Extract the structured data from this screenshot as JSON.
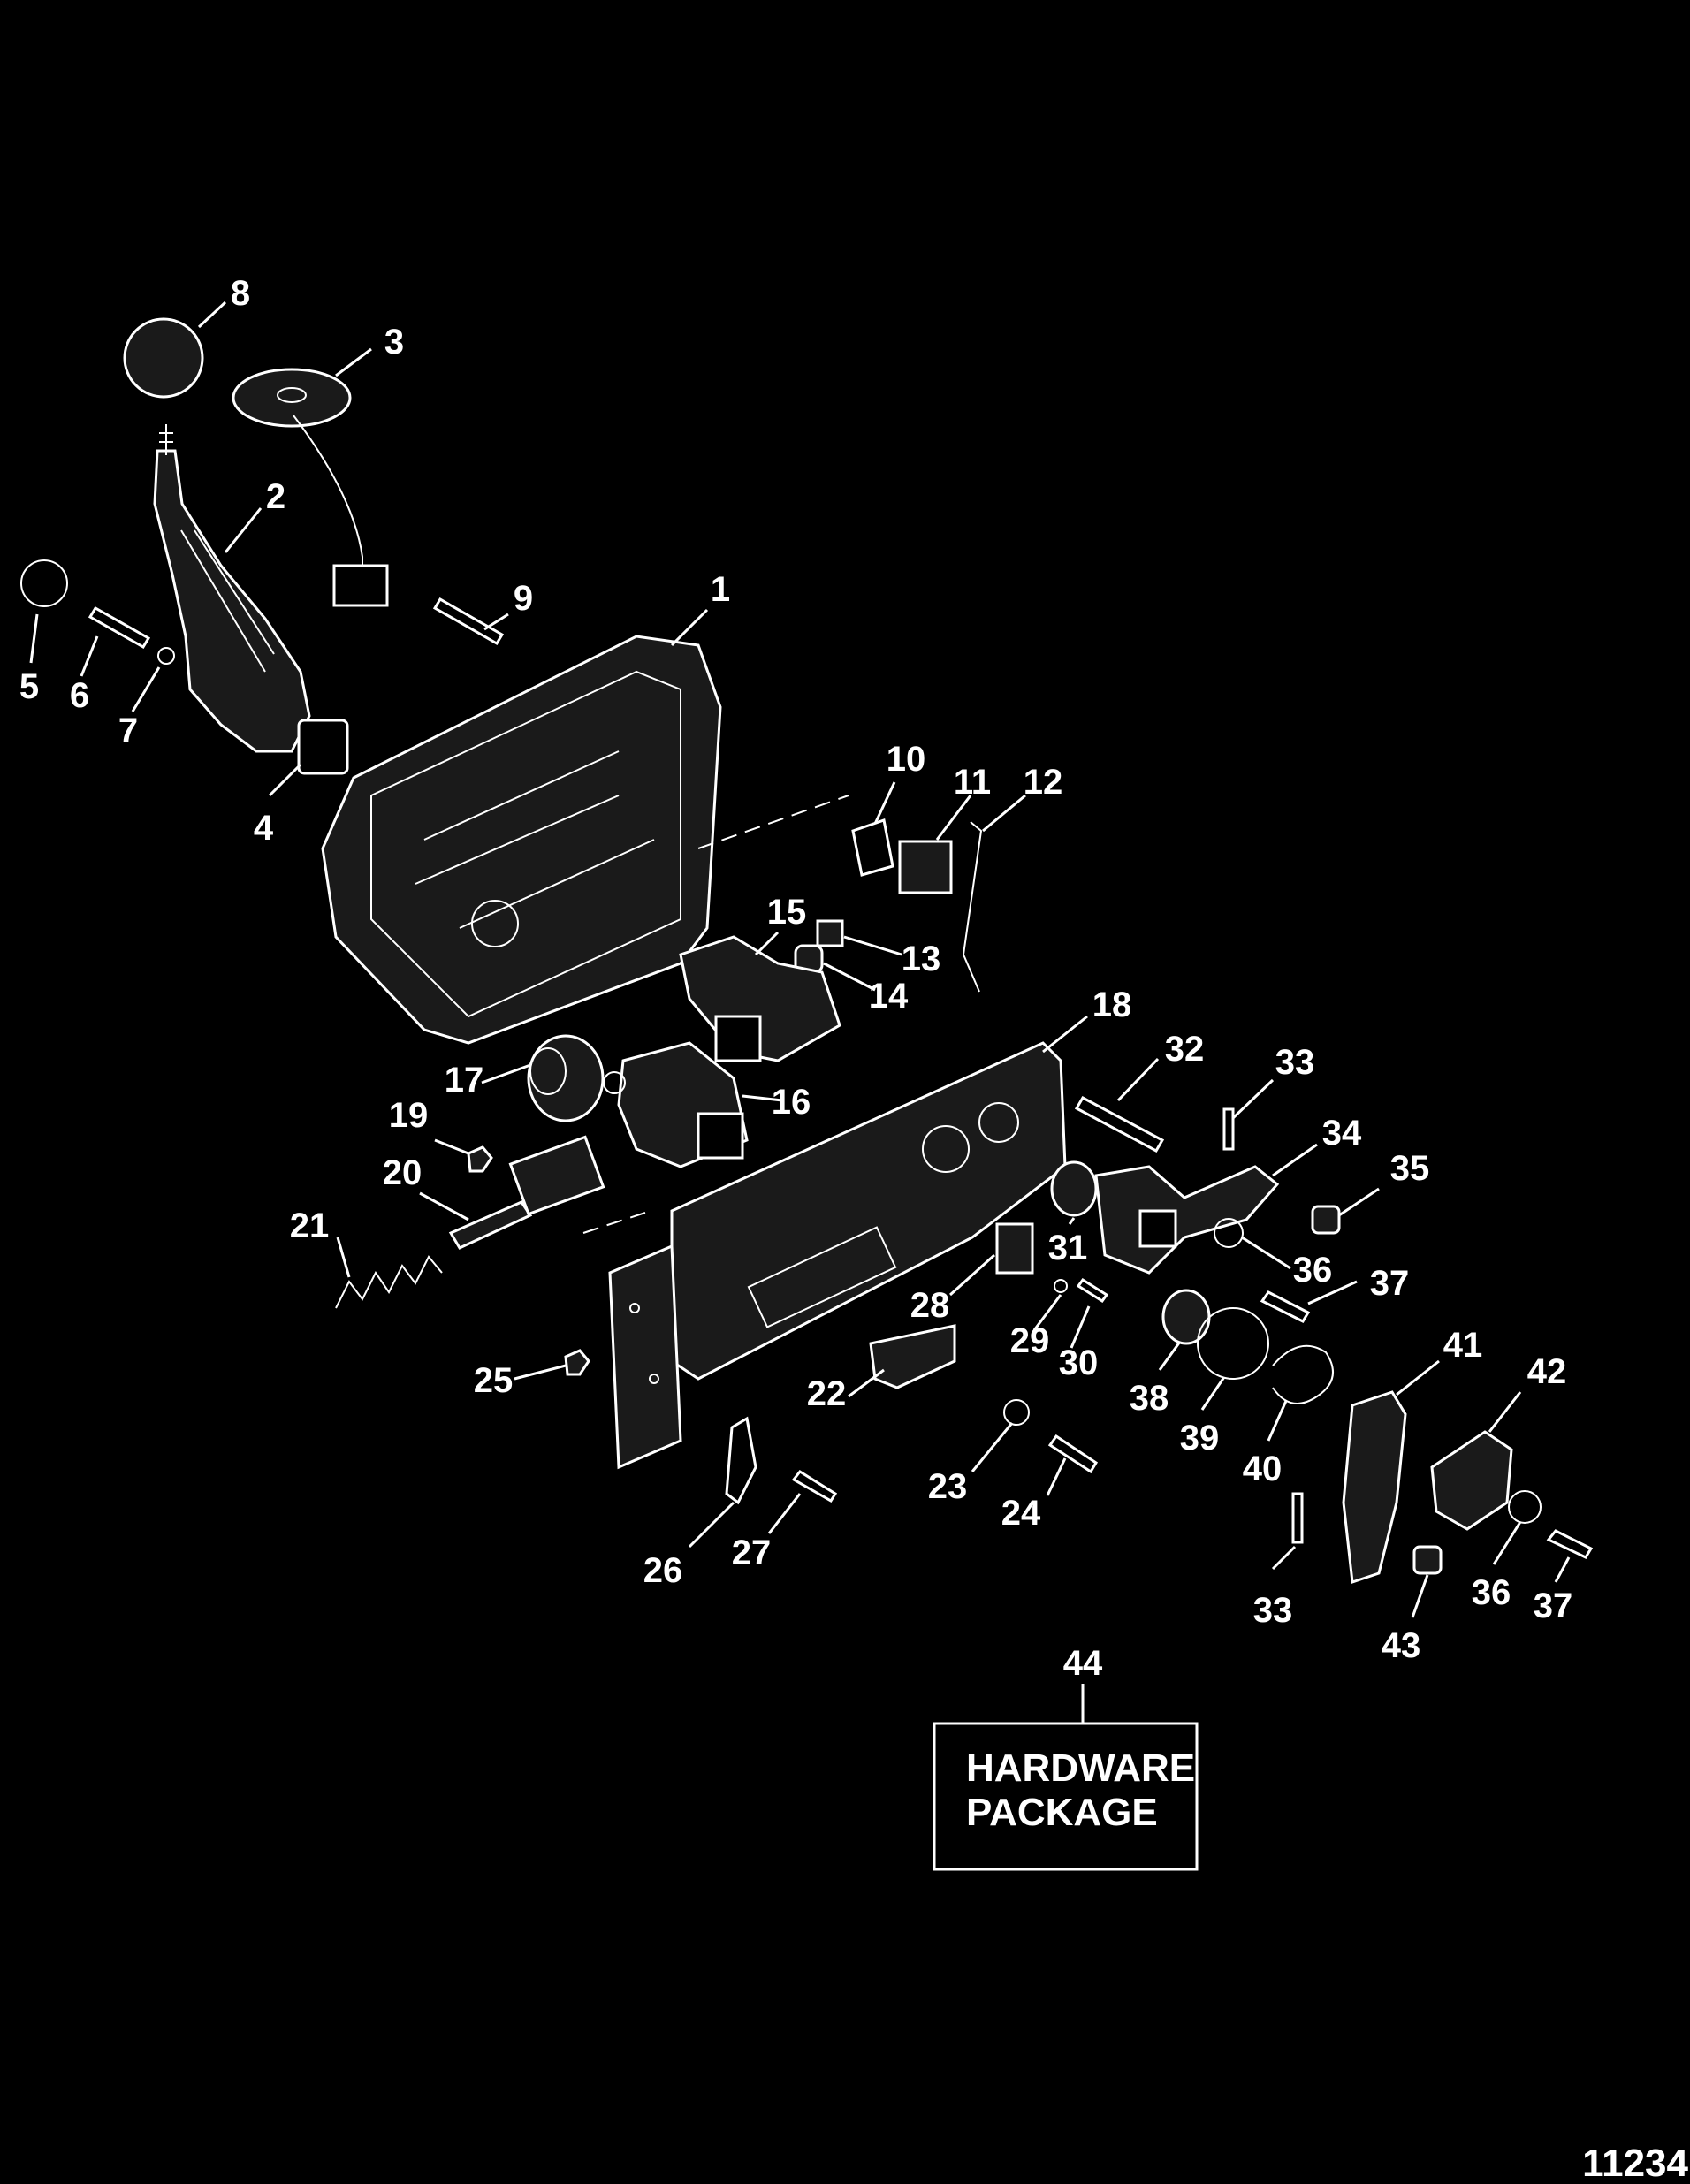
{
  "callouts": [
    "1",
    "2",
    "3",
    "4",
    "5",
    "6",
    "7",
    "8",
    "9",
    "10",
    "11",
    "12",
    "13",
    "14",
    "15",
    "16",
    "17",
    "18",
    "19",
    "20",
    "21",
    "22",
    "23",
    "24",
    "25",
    "26",
    "27",
    "28",
    "29",
    "30",
    "31",
    "32",
    "33",
    "33",
    "34",
    "35",
    "36",
    "36",
    "37",
    "37",
    "38",
    "39",
    "40",
    "41",
    "42",
    "43",
    "44"
  ],
  "hardware_box": {
    "line1": "HARDWARE",
    "line2": "PACKAGE"
  },
  "figure_number": "11234"
}
